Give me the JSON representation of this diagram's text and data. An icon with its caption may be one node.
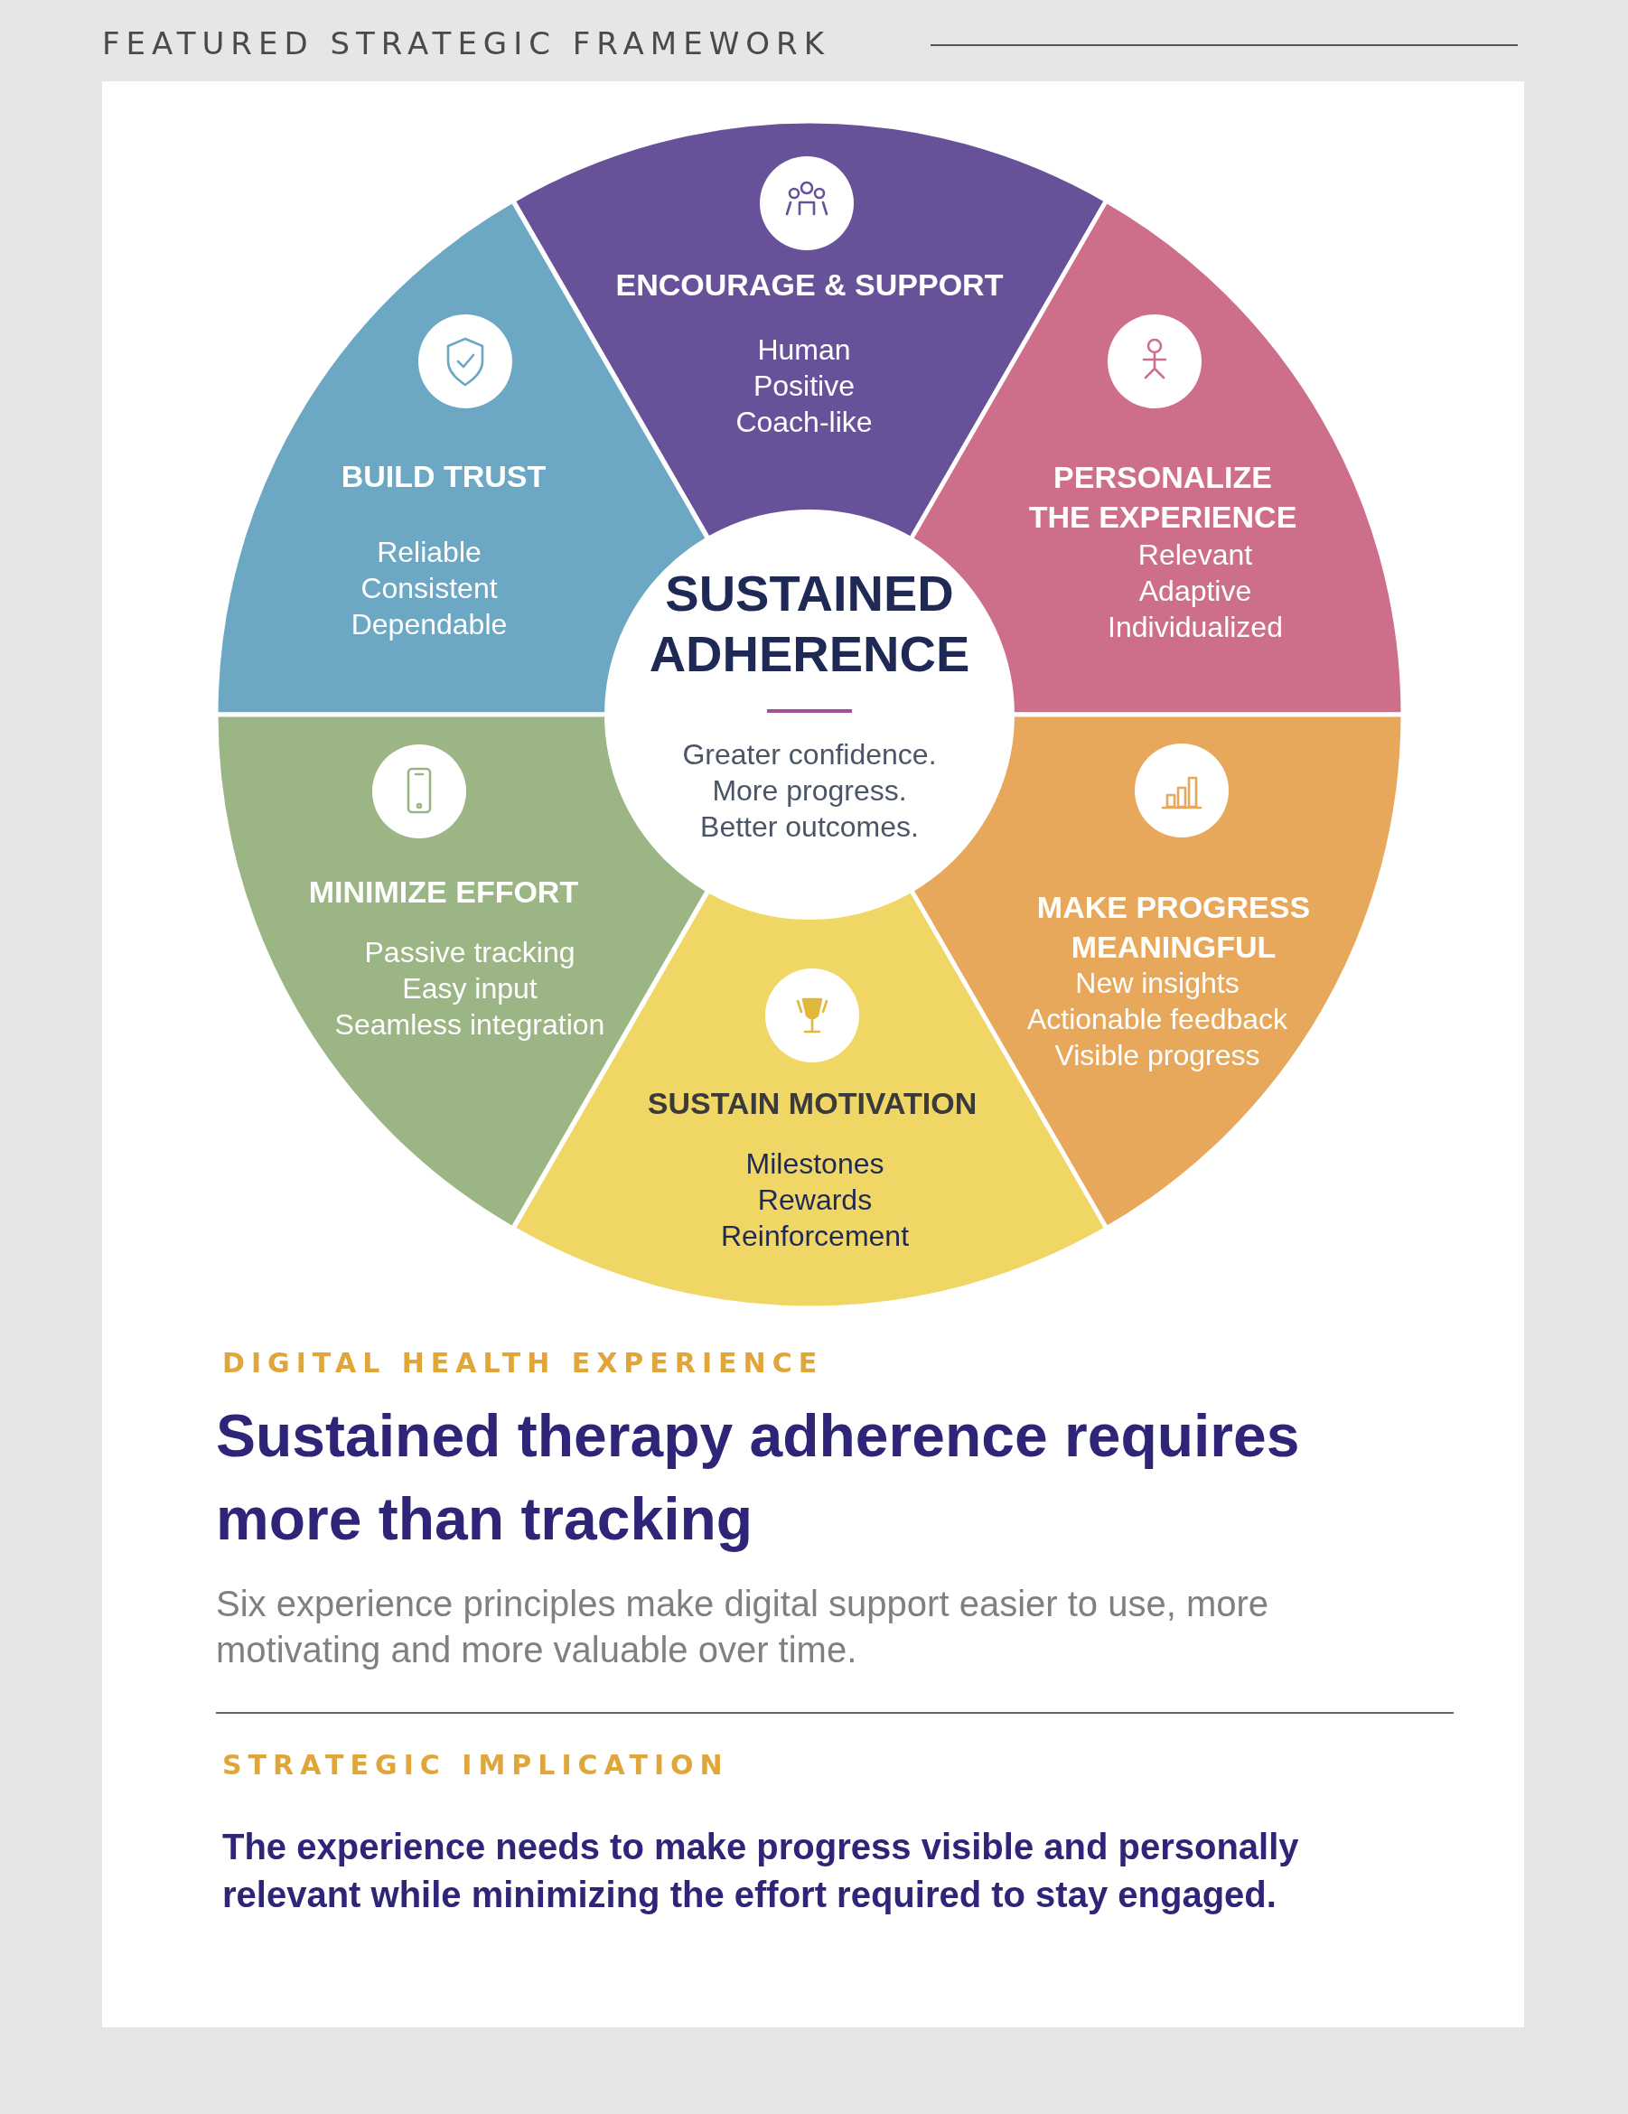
{
  "diagram": {
    "title": "FEATURED STRATEGIC FRAMEWORK",
    "nodes": [
      {
        "text": [
          "ENCOURAGE & SUPPORT",
          "Human",
          "Positive",
          "Coach-like"
        ]
      },
      {
        "text": [
          "BUILD TRUST",
          "Reliable",
          "Consistent",
          "Dependable"
        ]
      },
      {
        "text": [
          "PERSONALIZE THE EXPERIENCE",
          "Relevant",
          "Adaptive",
          "Individualized"
        ]
      },
      {
        "text": [
          "SUSTAINED ADHERENCE",
          "Greater confidence.",
          "More progress.",
          "Better outcomes."
        ]
      },
      {
        "text": [
          "MINIMIZE EFFORT",
          "Passive tracking",
          "Easy input",
          "Seamless integration"
        ]
      },
      {
        "text": [
          "MAKE PROGRESS MEANINGFUL",
          "New insights",
          "Actionable feedback",
          "Visible progress"
        ]
      },
      {
        "text": [
          "SUSTAIN MOTIVATION",
          "Milestones",
          "Rewards",
          "Reinforcement"
        ]
      }
    ],
    "labels": [
      "DIGITAL HEALTH EXPERIENCE",
      "Sustained therapy adherence requires more than tracking",
      "Six experience principles make digital support easier to use, more motivating and more valuable over time.",
      "STRATEGIC IMPLICATION",
      "The experience needs to make progress visible and personally relevant while minimizing the effort required to stay engaged."
    ]
  }
}
